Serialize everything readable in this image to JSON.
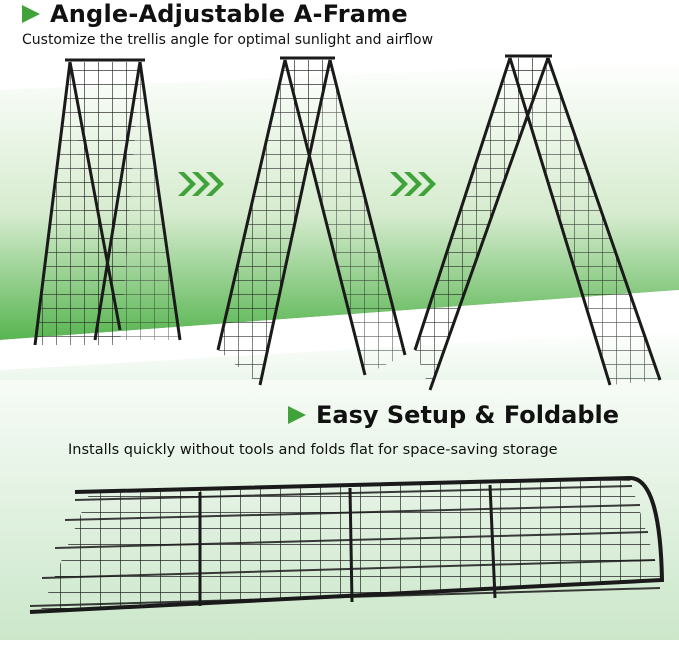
{
  "section1": {
    "title": "Angle-Adjustable A-Frame",
    "subtitle": "Customize the trellis angle for optimal sunlight and airflow"
  },
  "section2": {
    "title": "Easy Setup & Foldable",
    "subtitle": "Installs quickly without tools and folds flat for space-saving storage"
  },
  "colors": {
    "accent_green": "#3fa33a",
    "frame_black": "#1a1a1a",
    "lawn_green": "#2f9e2a"
  },
  "icons": [
    "play-arrow-icon",
    "triple-chevron-icon"
  ]
}
